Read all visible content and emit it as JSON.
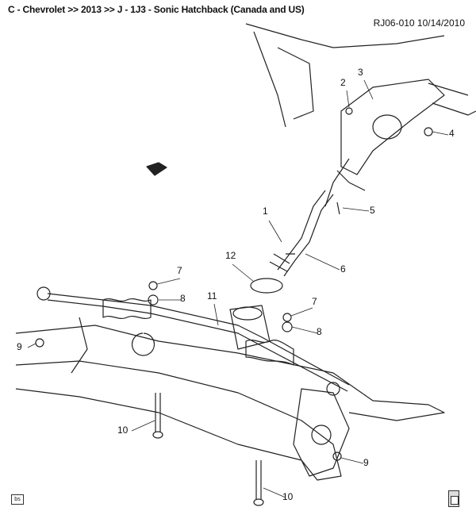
{
  "header": {
    "breadcrumb": "C - Chevrolet  >>  2013  >>  J - 1J3 - Sonic Hatchback (Canada and US)",
    "reference": "RJ06-010  10/14/2010"
  },
  "callouts": [
    "1",
    "2",
    "3",
    "4",
    "5",
    "6",
    "7",
    "8",
    "11",
    "12",
    "7",
    "8",
    "9",
    "10",
    "9",
    "10"
  ],
  "footer": {
    "left_label": "bs",
    "right_icon": "page-icon"
  }
}
